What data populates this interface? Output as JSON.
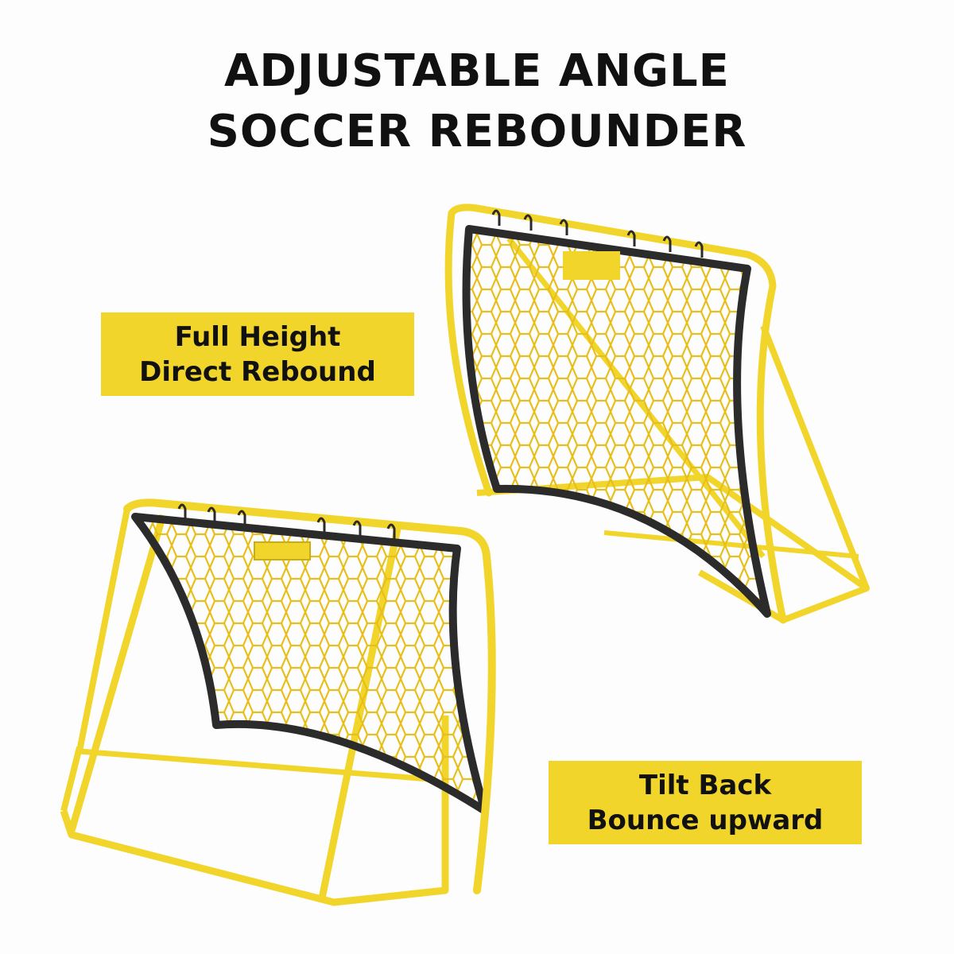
{
  "headline": {
    "line1": "ADJUSTABLE ANGLE",
    "line2": "SOCCER REBOUNDER"
  },
  "callouts": [
    {
      "line1": "Full Height",
      "line2": "Direct Rebound"
    },
    {
      "line1": "Tilt Back",
      "line2": "Bounce upward"
    }
  ],
  "colors": {
    "frame": "#f2d52a",
    "frame_shadow": "#c9ad12",
    "net": "#e6bf1a",
    "border": "#2b2b2b",
    "callout_bg": "#f2d52a",
    "text": "#111111"
  }
}
